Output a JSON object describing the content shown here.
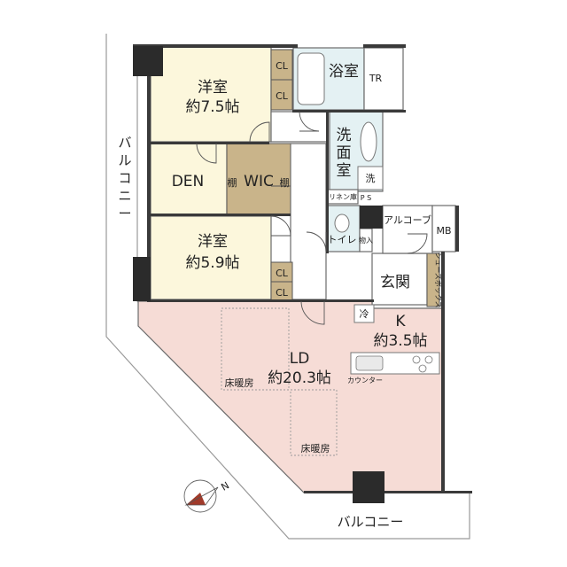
{
  "rooms": {
    "western1": {
      "name": "洋室",
      "size": "約7.5帖"
    },
    "western2": {
      "name": "洋室",
      "size": "約5.9帖"
    },
    "den": {
      "name": "DEN"
    },
    "wic": {
      "name": "WIC",
      "shelf": "棚"
    },
    "bath": {
      "name": "浴室"
    },
    "washroom": {
      "name": "洗面室",
      "chars": [
        "洗",
        "面",
        "室"
      ]
    },
    "washer": {
      "name": "洗"
    },
    "toilet": {
      "name": "トイレ"
    },
    "storage": {
      "name": "物入"
    },
    "entrance": {
      "name": "玄関"
    },
    "ld": {
      "name": "LD",
      "size": "約20.3帖"
    },
    "kitchen": {
      "name": "K",
      "size": "約3.5帖"
    }
  },
  "labels": {
    "cl": "CL",
    "tr": "TR",
    "ps": "P S",
    "linen": "リネン庫",
    "alcove": "アルコーブ",
    "mb": "MB",
    "shoebox": "シューズボックス",
    "fridge": "冷",
    "counter": "カウンター",
    "floor_heating": "床暖房",
    "balcony": "バルコニー",
    "balcony_chars": [
      "バ",
      "ル",
      "コ",
      "ニ",
      "ー"
    ],
    "compass_n": "N"
  },
  "colors": {
    "ld_floor": "#f6dcd6",
    "room_floor": "#fcf7dc",
    "wet_area": "#e4f1f3",
    "closet": "#c9b48a",
    "compass": "#a03a2a"
  }
}
